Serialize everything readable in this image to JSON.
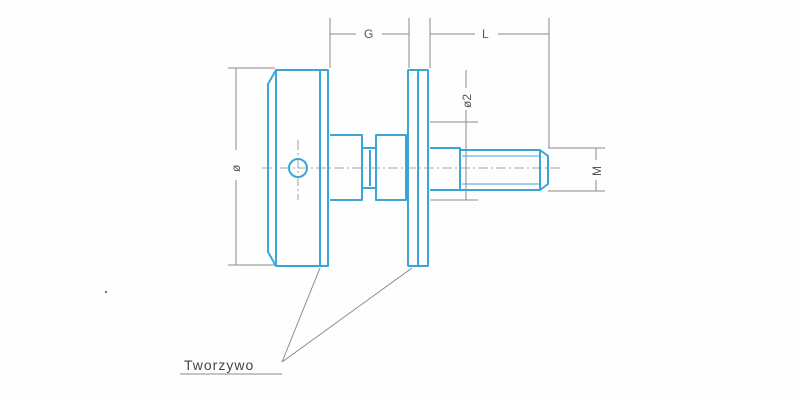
{
  "labels": {
    "dim_g": "G",
    "dim_l": "L",
    "dim_m": "M",
    "dim_phi": "ø",
    "dim_phi2": "ø2",
    "material": "Tworzywo"
  },
  "colors": {
    "part_outline": "#3aa6d8",
    "dimension_line": "#8a8a8a",
    "text": "#555555"
  }
}
